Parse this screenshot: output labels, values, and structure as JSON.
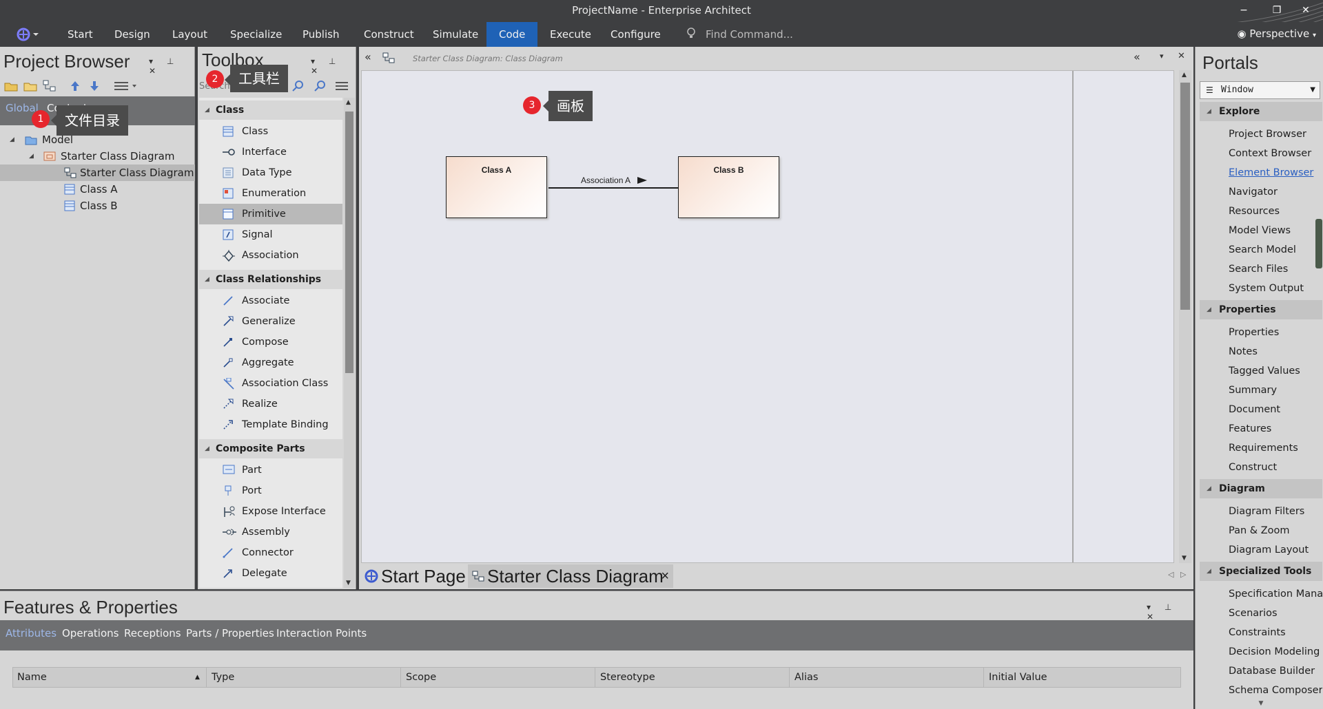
{
  "window": {
    "title": "ProjectName - Enterprise Architect",
    "minimize": "−",
    "restore": "❐",
    "close": "✕"
  },
  "ribbon": {
    "menus": [
      "Start",
      "Design",
      "Layout",
      "Specialize",
      "Publish",
      "Construct",
      "Simulate",
      "Code",
      "Execute",
      "Configure"
    ],
    "active": "Code",
    "find_placeholder": "Find Command...",
    "perspective": "Perspective"
  },
  "project_browser": {
    "title": "Project Browser",
    "tabs": [
      "Global",
      "Context"
    ],
    "tree": [
      {
        "label": "Model",
        "icon": "package-icon"
      },
      {
        "label": "Starter Class Diagram",
        "icon": "package-diagram-icon"
      },
      {
        "label": "Starter Class Diagram",
        "icon": "diagram-icon",
        "selected": true
      },
      {
        "label": "Class A",
        "icon": "class-icon"
      },
      {
        "label": "Class B",
        "icon": "class-icon"
      }
    ]
  },
  "toolbox": {
    "title": "Toolbox",
    "search_placeholder": "Search",
    "groups": [
      {
        "name": "Class",
        "items": [
          "Class",
          "Interface",
          "Data Type",
          "Enumeration",
          "Primitive",
          "Signal",
          "Association"
        ]
      },
      {
        "name": "Class Relationships",
        "items": [
          "Associate",
          "Generalize",
          "Compose",
          "Aggregate",
          "Association Class",
          "Realize",
          "Template Binding"
        ]
      },
      {
        "name": "Composite Parts",
        "items": [
          "Part",
          "Port",
          "Expose Interface",
          "Assembly",
          "Connector",
          "Delegate"
        ]
      }
    ],
    "selected_item": "Primitive"
  },
  "diagram": {
    "breadcrumb": "Starter Class Diagram:  Class Diagram",
    "class_a": "Class A",
    "class_b": "Class B",
    "association": "Association A",
    "tabs": [
      "Start Page",
      "Starter Class Diagram"
    ],
    "close_tab": "×"
  },
  "callouts": [
    {
      "num": "1",
      "label": "文件目录"
    },
    {
      "num": "2",
      "label": "工具栏"
    },
    {
      "num": "3",
      "label": "画板"
    }
  ],
  "features": {
    "title": "Features & Properties",
    "tabs": [
      "Attributes",
      "Operations",
      "Receptions",
      "Parts / Properties",
      "Interaction Points"
    ],
    "columns": [
      "Name",
      "Type",
      "Scope",
      "Stereotype",
      "Alias",
      "Initial Value"
    ]
  },
  "portals": {
    "title": "Portals",
    "window_label": "Window",
    "groups": [
      {
        "name": "Explore",
        "items": [
          "Project Browser",
          "Context Browser",
          "Element Browser",
          "Navigator",
          "Resources",
          "Model Views",
          "Search Model",
          "Search Files",
          "System Output"
        ]
      },
      {
        "name": "Properties",
        "items": [
          "Properties",
          "Notes",
          "Tagged Values",
          "Summary",
          "Document",
          "Features",
          "Requirements",
          "Construct"
        ]
      },
      {
        "name": "Diagram",
        "items": [
          "Diagram Filters",
          "Pan & Zoom",
          "Diagram Layout"
        ]
      },
      {
        "name": "Specialized Tools",
        "items": [
          "Specification Mana...",
          "Scenarios",
          "Constraints",
          "Decision Modeling",
          "Database Builder",
          "Schema Composer"
        ]
      }
    ],
    "link_item": "Element Browser"
  },
  "colors": {
    "ribbon_bg": "#3e3f41",
    "active_menu": "#1f62b6",
    "panel_bg": "#d6d6d6",
    "canvas_bg": "#e5e6ed",
    "callout_red": "#e6262d"
  }
}
